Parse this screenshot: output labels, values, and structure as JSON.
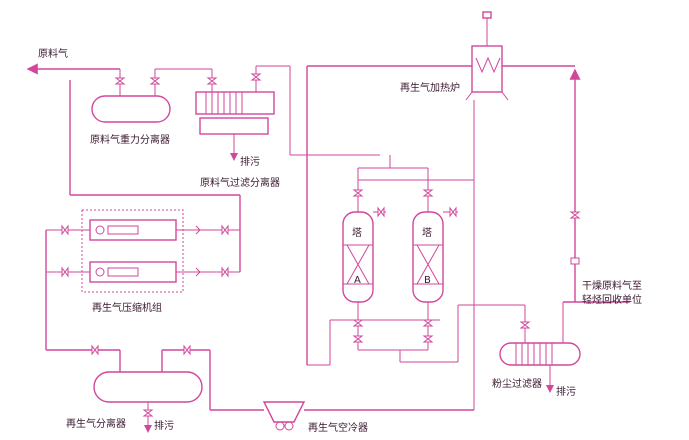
{
  "labels": {
    "feed_gas": "原料气",
    "feed_gravity_separator": "原料气重力分离器",
    "feed_filter_separator": "原料气过滤分离器",
    "drain": "排污",
    "regen_heater": "再生气加热炉",
    "regen_compressor": "再生气压缩机组",
    "tower": "塔",
    "tower_a": "A",
    "tower_b": "B",
    "dry_gas_line1": "干燥原料气至",
    "dry_gas_line2": "轻烃回收单位",
    "dust_filter": "粉尘过滤器",
    "regen_separator": "再生气分离器",
    "regen_cooler": "再生气空冷器"
  },
  "colors": {
    "pipe": "#d2479b",
    "text": "#3a1a30",
    "background": "#ffffff"
  }
}
